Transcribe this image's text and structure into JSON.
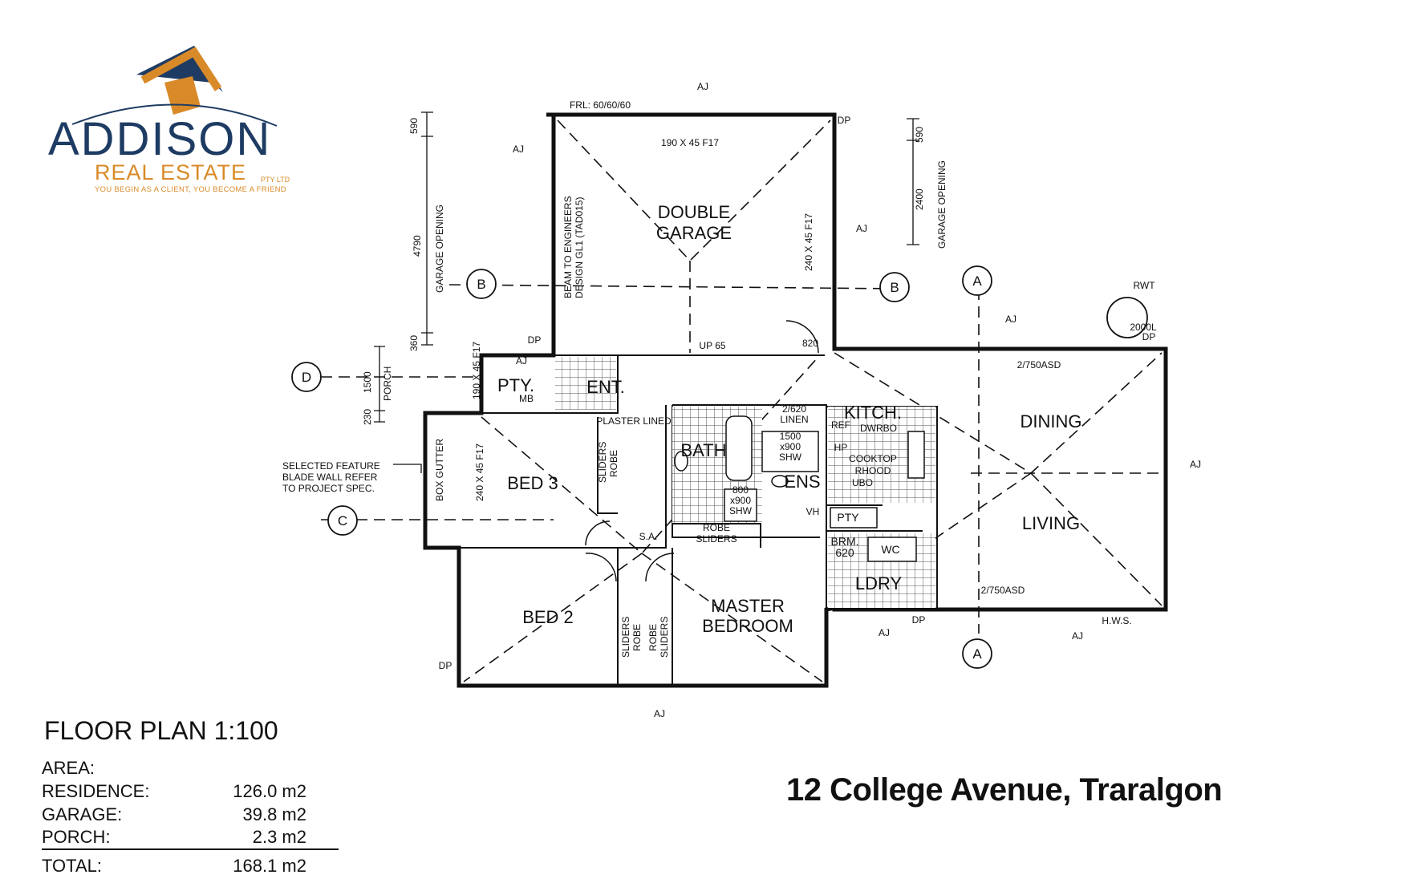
{
  "logo": {
    "name": "ADDISON",
    "subtitle": "REAL ESTATE",
    "pty": "PTY LTD",
    "tagline": "YOU BEGIN AS A CLIENT, YOU BECOME A FRIEND",
    "colors": {
      "navy": "#1e3c63",
      "orange": "#d98a28"
    }
  },
  "plan": {
    "rooms": {
      "double_garage": [
        "DOUBLE",
        "GARAGE"
      ],
      "dining": "DINING",
      "living": "LIVING",
      "bed3": "BED 3",
      "bed2": "BED 2",
      "master": [
        "MASTER",
        "BEDROOM"
      ],
      "pty": "PTY.",
      "ent": "ENT.",
      "bath": "BATH",
      "kitch": "KITCH.",
      "ens": "ENS",
      "pty2": "PTY",
      "brm": [
        "BRM.",
        "620"
      ],
      "ldry": "LDRY",
      "wc": "WC"
    },
    "labels": {
      "frl": "FRL: 60/60/60",
      "beam_top": "190 X 45 F17",
      "beam_engineers": [
        "BEAM TO ENGINEERS",
        "DESIGN GL1 (TAD015)"
      ],
      "beam_right": "240 X 45 F17",
      "plaster": "PLASTER LINED",
      "up": "UP 65",
      "w820": "820",
      "garage_opening": "GARAGE OPENING",
      "dim_4790": "4790",
      "dim_590": "590",
      "dim_360": "360",
      "dim_2400": "2400",
      "dim_1500": "1500",
      "dim_230": "230",
      "porch": "PORCH",
      "beam_porch": "190 X 45 F17",
      "mb": "MB",
      "box_gutter": "BOX GUTTER",
      "beam_bed3": "240 X 45 F17",
      "feature_wall": [
        "SELECTED FEATURE",
        "BLADE WALL REFER",
        "TO PROJECT SPEC."
      ],
      "sliders_robe": [
        "SLIDERS",
        "ROBE"
      ],
      "robe_sliders": [
        "ROBE",
        "SLIDERS"
      ],
      "sa": "S.A.",
      "linen": [
        "2/620",
        "LINEN"
      ],
      "shw1": [
        "1500",
        "x900",
        "SHW"
      ],
      "shw2": [
        "800",
        "x900",
        "SHW"
      ],
      "ref": "REF",
      "dwrbo": "DWRBO",
      "hp": "HP",
      "cooktop": "COOKTOP",
      "rhood": "RHOOD",
      "ubo": "UBO",
      "vh": "VH",
      "asd_top": "2/750ASD",
      "asd_bottom": "2/750ASD",
      "rwt": "RWT",
      "tank": [
        "2000L",
        "DP"
      ],
      "hws": "H.W.S.",
      "aj": "AJ",
      "dp": "DP",
      "sec_a": "A",
      "sec_b": "B",
      "sec_c": "C",
      "sec_d": "D"
    }
  },
  "floor_plan": {
    "title": "FLOOR PLAN 1:100",
    "area_label": "AREA:",
    "rows": [
      {
        "label": "RESIDENCE:",
        "value": "126.0 m2"
      },
      {
        "label": "GARAGE:",
        "value": "39.8 m2"
      },
      {
        "label": "PORCH:",
        "value": "2.3 m2"
      }
    ],
    "total": {
      "label": "TOTAL:",
      "value": "168.1 m2"
    }
  },
  "address": "12 College Avenue, Traralgon"
}
